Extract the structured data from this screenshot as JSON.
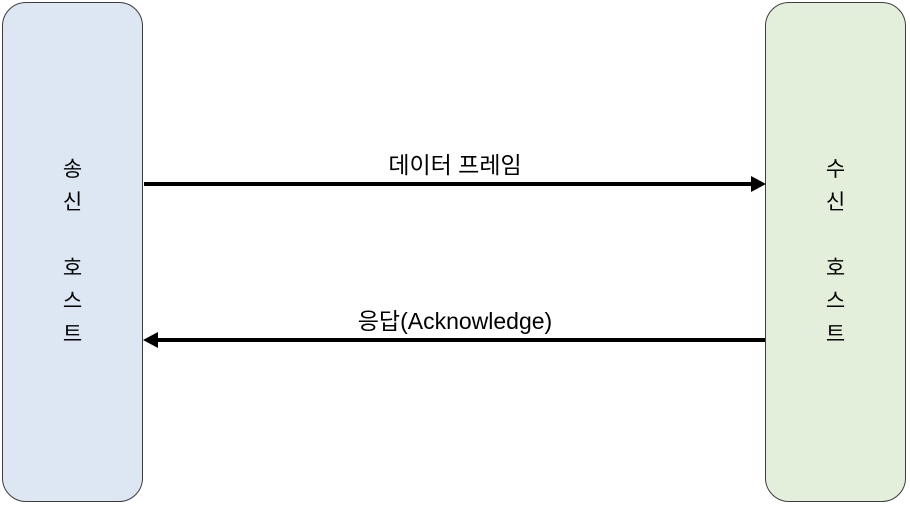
{
  "diagram": {
    "background": "#ffffff",
    "sender_box": {
      "label": "송신 호스트",
      "chars": [
        "송",
        "신",
        " ",
        "호",
        "스",
        "트"
      ],
      "fill": "#dce7f3",
      "border_color": "#3d3d3d"
    },
    "receiver_box": {
      "label": "수신 호스트",
      "chars": [
        "수",
        "신",
        " ",
        "호",
        "스",
        "트"
      ],
      "fill": "#e3efda",
      "border_color": "#3d3d3d"
    },
    "arrows": [
      {
        "label": "데이터 프레임",
        "direction": "left-to-right",
        "color": "#000000"
      },
      {
        "label": "응답(Acknowledge)",
        "direction": "right-to-left",
        "color": "#000000"
      }
    ]
  }
}
